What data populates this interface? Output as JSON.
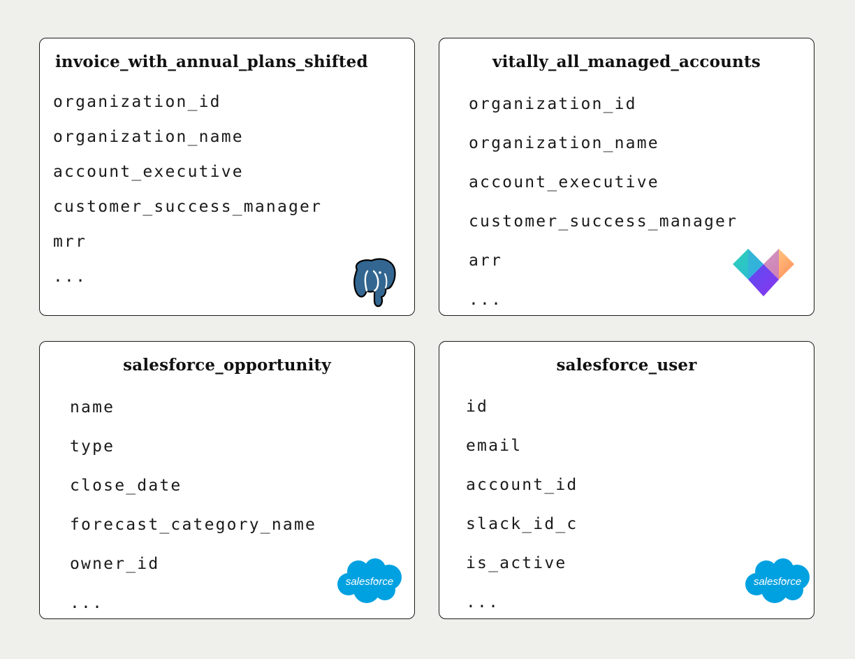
{
  "cards": [
    {
      "title": "invoice_with_annual_plans_shifted",
      "fields": [
        "organization_id",
        "organization_name",
        "account_executive",
        "customer_success_manager",
        "mrr",
        "..."
      ],
      "logo": "postgresql-elephant-icon"
    },
    {
      "title": "vitally_all_managed_accounts",
      "fields": [
        "organization_id",
        "organization_name",
        "account_executive",
        "customer_success_manager",
        "arr",
        "..."
      ],
      "logo": "vitally-icon"
    },
    {
      "title": "salesforce_opportunity",
      "fields": [
        "name",
        "type",
        "close_date",
        "forecast_category_name",
        "owner_id",
        "..."
      ],
      "logo": "salesforce-cloud-icon",
      "logo_text": "salesforce"
    },
    {
      "title": "salesforce_user",
      "fields": [
        "id",
        "email",
        "account_id",
        "slack_id_c",
        "is_active",
        "..."
      ],
      "logo": "salesforce-cloud-icon",
      "logo_text": "salesforce"
    }
  ],
  "colors": {
    "background": "#efefeb",
    "card_border": "#1c1c1c",
    "postgres_blue": "#336791",
    "salesforce_blue": "#00a1e0",
    "vitally_teal": "#2ed1b8",
    "vitally_purple": "#7b3df2",
    "vitally_orange": "#ff9a5a"
  }
}
